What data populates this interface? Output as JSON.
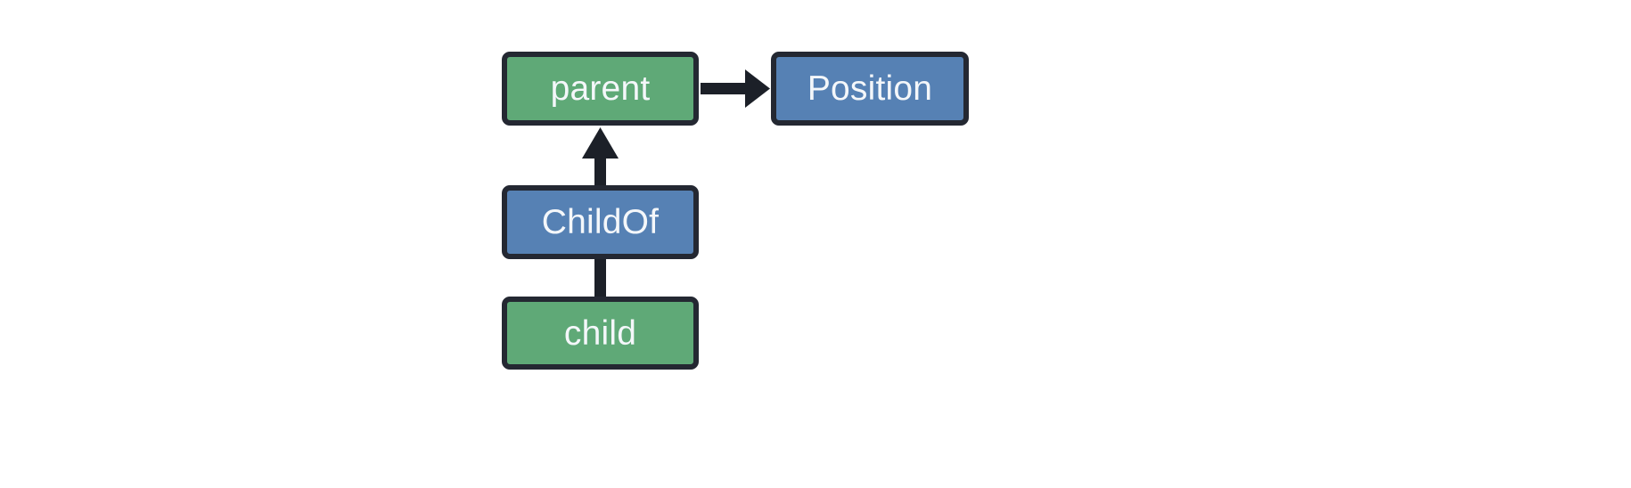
{
  "diagram": {
    "type": "entity-relationship-graph",
    "background_color": "#ffffff",
    "palette": {
      "entity_fill": "#5fa977",
      "relation_fill": "#5681b4",
      "border": "#242832",
      "label_text": "#f4f7fa",
      "edge": "#1c2028"
    },
    "nodes": [
      {
        "id": "parent",
        "label": "parent",
        "kind": "entity",
        "fill": "#5fa977"
      },
      {
        "id": "Position",
        "label": "Position",
        "kind": "component",
        "fill": "#5681b4"
      },
      {
        "id": "ChildOf",
        "label": "ChildOf",
        "kind": "relationship",
        "fill": "#5681b4"
      },
      {
        "id": "child",
        "label": "child",
        "kind": "entity",
        "fill": "#5fa977"
      }
    ],
    "edges": [
      {
        "id": "parent-to-position",
        "from": "parent",
        "to": "Position",
        "direction": "right",
        "arrowhead": true,
        "label": ""
      },
      {
        "id": "childof-to-parent",
        "from": "ChildOf",
        "to": "parent",
        "direction": "up",
        "arrowhead": true,
        "label": ""
      },
      {
        "id": "child-to-childof",
        "from": "child",
        "to": "ChildOf",
        "direction": "up",
        "arrowhead": false,
        "label": ""
      }
    ]
  }
}
